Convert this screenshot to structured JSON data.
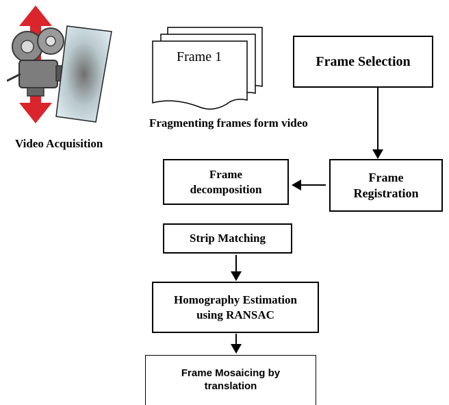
{
  "video_acquisition": {
    "label": "Video Acquisition"
  },
  "frames": {
    "label": "Frame 1",
    "caption": "Fragmenting frames form video"
  },
  "nodes": {
    "frame_selection": "Frame Selection",
    "frame_registration": "Frame Registration",
    "frame_decomposition": "Frame decomposition",
    "strip_matching": "Strip Matching",
    "homography_estimation": "Homography Estimation using RANSAC",
    "frame_mosaicing": "Frame Mosaicing by translation"
  },
  "colors": {
    "arrow_red": "#d9252b",
    "panel_gray": "#9a9a9a",
    "panel_blue": "#c9e2ec"
  }
}
